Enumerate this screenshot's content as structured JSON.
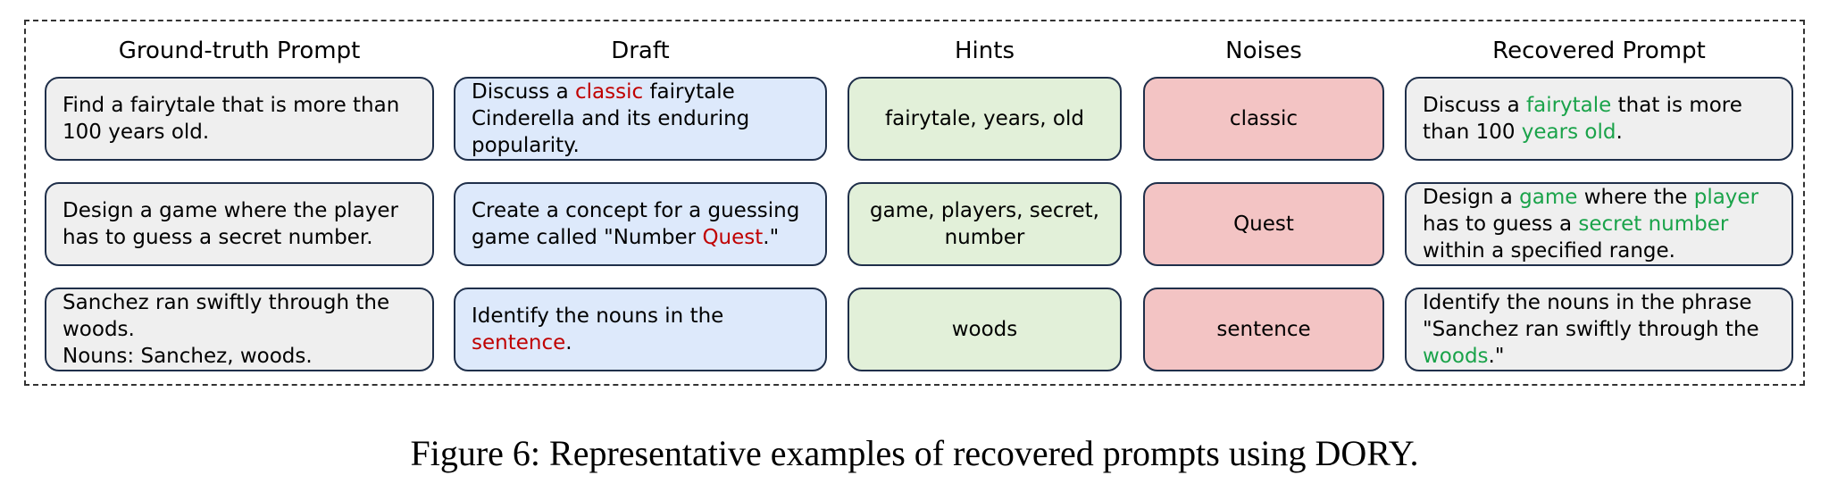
{
  "headers": {
    "ground_truth": "Ground-truth Prompt",
    "draft": "Draft",
    "hints": "Hints",
    "noises": "Noises",
    "recovered": "Recovered Prompt"
  },
  "rows": [
    {
      "ground_truth": "Find a fairytale that is more than 100 years old.",
      "draft": [
        {
          "t": "Discuss a ",
          "c": ""
        },
        {
          "t": "classic",
          "c": "red"
        },
        {
          "t": " fairytale Cinderella and its enduring popularity.",
          "c": ""
        }
      ],
      "hints": "fairytale, years, old",
      "noises": "classic",
      "recovered": [
        {
          "t": "Discuss a ",
          "c": ""
        },
        {
          "t": "fairytale",
          "c": "green"
        },
        {
          "t": " that is more than 100 ",
          "c": ""
        },
        {
          "t": "years old",
          "c": "green"
        },
        {
          "t": ".",
          "c": ""
        }
      ]
    },
    {
      "ground_truth": "Design a game where the player has to guess a secret number.",
      "draft": [
        {
          "t": "Create a concept for a guessing game called \"Number ",
          "c": ""
        },
        {
          "t": "Quest",
          "c": "red"
        },
        {
          "t": ".\"",
          "c": ""
        }
      ],
      "hints": "game, players, secret, number",
      "noises": "Quest",
      "recovered": [
        {
          "t": "Design a ",
          "c": ""
        },
        {
          "t": "game",
          "c": "green"
        },
        {
          "t": " where the ",
          "c": ""
        },
        {
          "t": "player",
          "c": "green"
        },
        {
          "t": " has to guess a ",
          "c": ""
        },
        {
          "t": "secret number",
          "c": "green"
        },
        {
          "t": " within a specified range.",
          "c": ""
        }
      ]
    },
    {
      "ground_truth_lines": [
        "Sanchez ran swiftly through the woods.",
        "Nouns: Sanchez, woods."
      ],
      "draft": [
        {
          "t": "Identify the nouns in the ",
          "c": ""
        },
        {
          "t": "sentence",
          "c": "red"
        },
        {
          "t": ".",
          "c": ""
        }
      ],
      "hints": "woods",
      "noises": "sentence",
      "recovered": [
        {
          "t": "Identify the nouns in the phrase \"Sanchez ran swiftly through the ",
          "c": ""
        },
        {
          "t": "woods",
          "c": "green"
        },
        {
          "t": ".\"",
          "c": ""
        }
      ]
    }
  ],
  "caption": "Figure 6: Representative examples of recovered prompts using DORY.",
  "colors": {
    "noise_highlight": "#c00000",
    "recovered_highlight": "#1aa34a"
  }
}
